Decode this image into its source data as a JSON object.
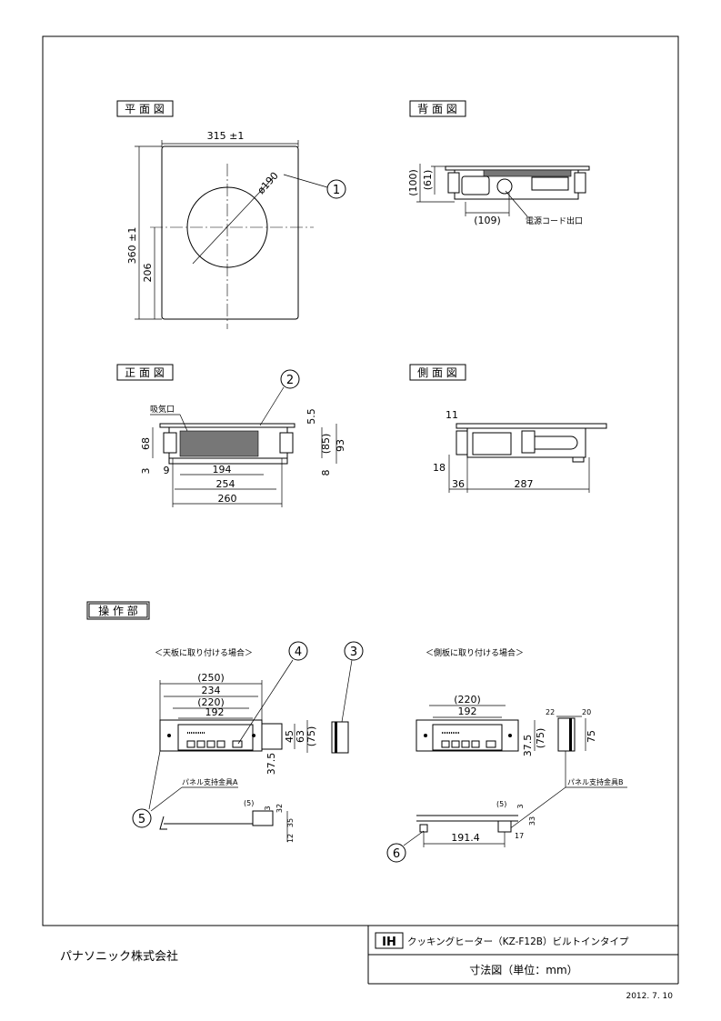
{
  "views": {
    "plan": "平 面 図",
    "back": "背 面 図",
    "front": "正 面 図",
    "side": "側 面 図",
    "control": "操 作 部"
  },
  "plan_dims": {
    "width": "315 ±1",
    "depth": "360 ±1",
    "offset": "206",
    "diameter": "ø190"
  },
  "back_dims": {
    "h_total": "(100)",
    "h_panel": "(61)",
    "w_cord": "(109)",
    "cord_label": "電源コード出口"
  },
  "front_dims": {
    "intake_label": "吸気口",
    "d55": "5.5",
    "d68": "68",
    "d85": "(85)",
    "d93": "93",
    "d3": "3",
    "d9": "9",
    "d8": "8",
    "d194": "194",
    "d254": "254",
    "d260": "260"
  },
  "side_dims": {
    "d11": "11",
    "d18": "18",
    "d36": "36",
    "d287": "287"
  },
  "control_a": {
    "caption": "＜天板に取り付ける場合＞",
    "d250": "(250)",
    "d234": "234",
    "d220": "(220)",
    "d192": "192",
    "d45": "45",
    "d63": "63",
    "d75": "(75)",
    "d375": "37.5",
    "bracket_label": "パネル支持金具A",
    "d5": "(5)",
    "d3": "3",
    "d32": "32",
    "d35": "35",
    "d12": "12"
  },
  "control_b": {
    "caption": "＜側板に取り付ける場合＞",
    "d220": "(220)",
    "d192": "192",
    "d375": "37.5",
    "d75p": "(75)",
    "d22": "22",
    "d20": "20",
    "d75": "75",
    "bracket_label": "パネル支持金具B",
    "d5": "(5)",
    "d3": "3",
    "d33": "33",
    "d17": "17",
    "d1914": "191.4"
  },
  "callouts": [
    "1",
    "2",
    "3",
    "4",
    "5",
    "6"
  ],
  "title_block": {
    "company": "パナソニック株式会社",
    "badge": "IH",
    "product": "クッキングヒーター（KZ-F12B）ビルトインタイプ",
    "drawing": "寸法図（単位：mm）",
    "date": "2012. 7. 10"
  }
}
